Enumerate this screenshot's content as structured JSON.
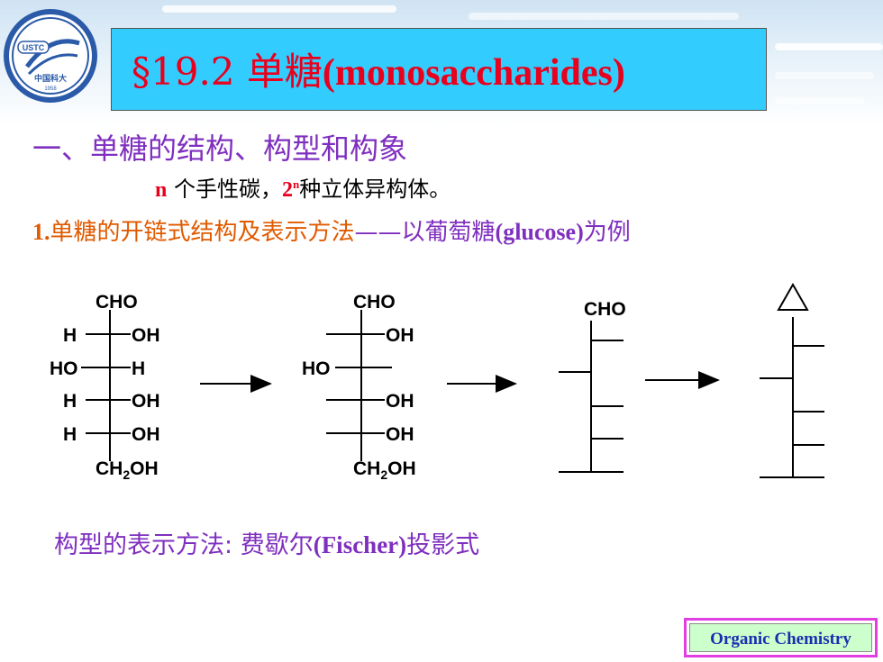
{
  "logo": {
    "abbr": "USTC",
    "subtitle": "中国科大",
    "year": "1958"
  },
  "title": {
    "section": "§19.2",
    "chinese": "单糖",
    "english": "(monosaccharides)"
  },
  "heading": "一、单糖的结构、构型和构象",
  "note": {
    "n": "n",
    "text1": "个手性碳，",
    "two": "2",
    "sup": "n",
    "text2": "种立体异构体。"
  },
  "subheading": {
    "num": "1.",
    "text": "单糖的开链式结构及表示方法",
    "dash": "——",
    "text2": "以葡萄糖",
    "latin": "(glucose)",
    "text3": "为例"
  },
  "diagram": {
    "s1": {
      "top": "CHO",
      "rows": [
        [
          "H",
          "OH"
        ],
        [
          "HO",
          "H"
        ],
        [
          "H",
          "OH"
        ],
        [
          "H",
          "OH"
        ]
      ],
      "bottom": "CH2OH"
    },
    "s2": {
      "top": "CHO",
      "rows": [
        [
          "",
          "OH"
        ],
        [
          "HO",
          ""
        ],
        [
          "",
          "OH"
        ],
        [
          "",
          "OH"
        ]
      ],
      "bottom": "CH2OH"
    },
    "s3": {
      "top": "CHO"
    }
  },
  "fischer": {
    "text": "构型的表示方法:",
    "cn": "费歇尔",
    "latin": "(Fischer)",
    "tail": "投影式"
  },
  "footer": {
    "label": "Organic Chemistry"
  }
}
